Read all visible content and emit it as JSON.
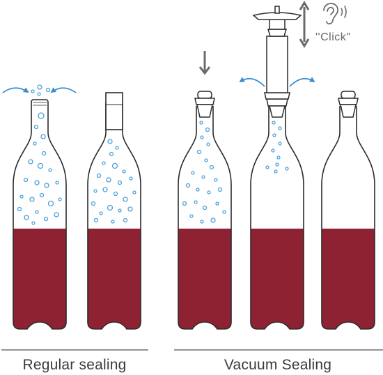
{
  "captions": {
    "regular": "Regular sealing",
    "vacuum": "Vacuum Sealing"
  },
  "click_label": "''Click\"",
  "colors": {
    "wine": "#8e2232",
    "outline": "#2b2b2b",
    "bubble": "#4aa0dc",
    "flow_arrow": "#3b8fd0",
    "push_arrow": "#6b6b6b",
    "caption": "#3a3a3a"
  },
  "bottles": [
    {
      "name": "regular-open",
      "closure": "airflow"
    },
    {
      "name": "regular-cork",
      "closure": "cork"
    },
    {
      "name": "vacuum-stopper",
      "closure": "stopper"
    },
    {
      "name": "vacuum-pump",
      "closure": "pump"
    },
    {
      "name": "vacuum-sealed",
      "closure": "stopper"
    }
  ],
  "icons": {
    "ear": "ear-icon",
    "sound": "sound-waves-icon",
    "press": "down-arrow-icon",
    "pump_motion": "double-arrow-icon"
  }
}
